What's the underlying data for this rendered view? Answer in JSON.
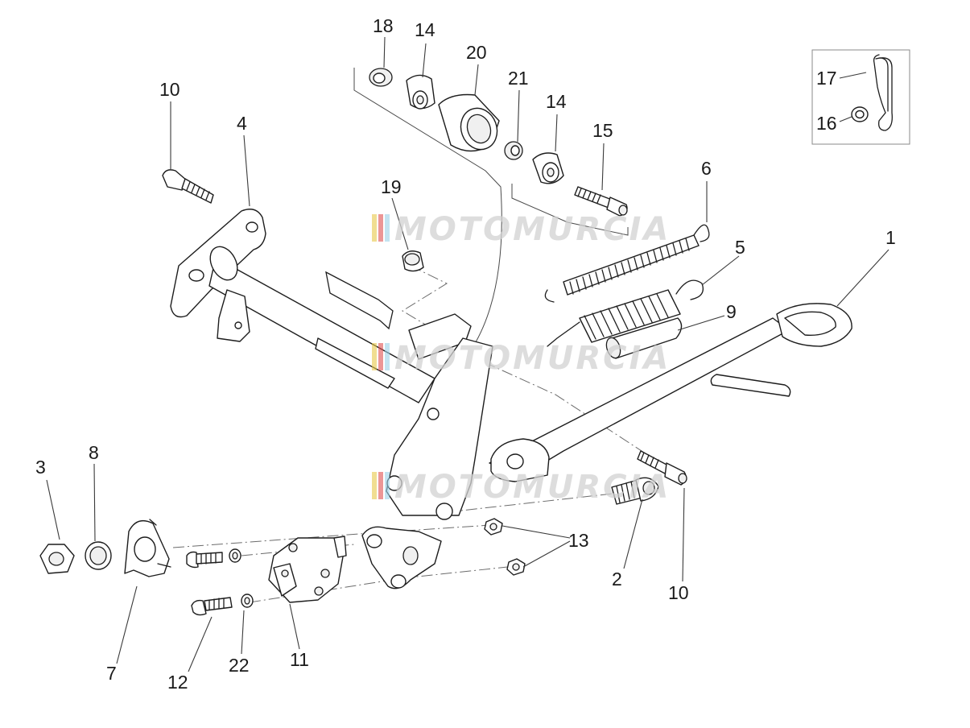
{
  "callouts": {
    "c1": "1",
    "c2": "2",
    "c3": "3",
    "c4": "4",
    "c5": "5",
    "c6": "6",
    "c7": "7",
    "c8": "8",
    "c9": "9",
    "c10a": "10",
    "c10b": "10",
    "c11": "11",
    "c12": "12",
    "c13": "13",
    "c14a": "14",
    "c14b": "14",
    "c15": "15",
    "c16": "16",
    "c17": "17",
    "c18": "18",
    "c19": "19",
    "c20": "20",
    "c21": "21",
    "c22": "22"
  },
  "watermark": {
    "text": "MOTOMURCIA",
    "colors": [
      "#e8c84a",
      "#e05050",
      "#9bd0e8"
    ]
  }
}
